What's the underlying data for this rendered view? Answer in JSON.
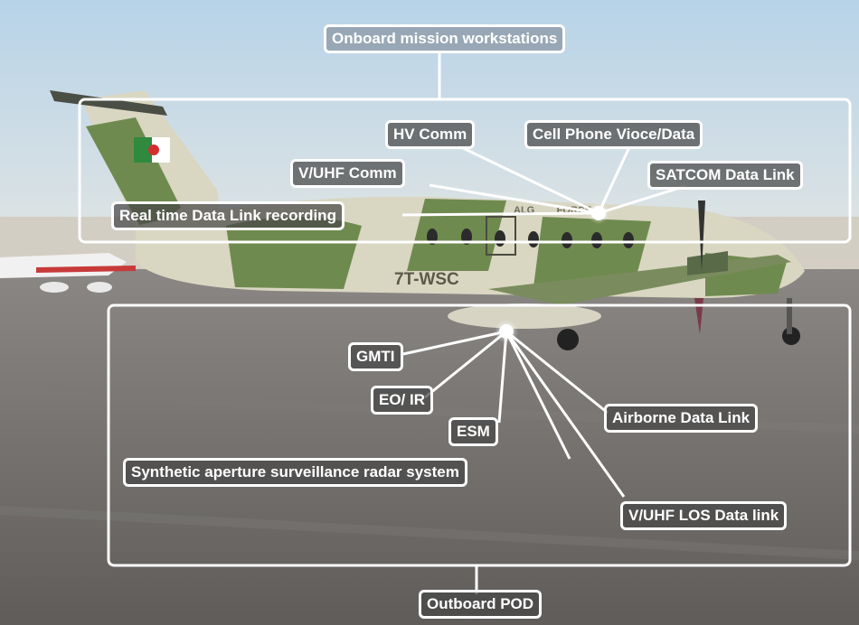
{
  "aircraft": {
    "registration": "7T-WSC",
    "fuselage_text": "ALG        FORCE"
  },
  "callouts": {
    "onboard_header": "Onboard mission workstations",
    "hv_comm": "HV Comm",
    "cell_phone": "Cell Phone Vioce/Data",
    "vuhf_comm": "V/UHF Comm",
    "satcom": "SATCOM Data Link",
    "realtime_recording": "Real time Data Link recording",
    "gmti": "GMTI",
    "eo_ir": "EO/ IR",
    "esm": "ESM",
    "airborne_datalink": "Airborne Data Link",
    "sar": "Synthetic aperture surveillance radar system",
    "vuhf_los": "V/UHF LOS Data link",
    "outboard_pod": "Outboard POD"
  },
  "colors": {
    "sky": "#bcd6e6",
    "tarmac": "#6f6d6b",
    "camo_light": "#d9d6c2",
    "camo_green": "#6f8a4f",
    "callout_bg": "#464646",
    "callout_border": "#ffffff"
  }
}
